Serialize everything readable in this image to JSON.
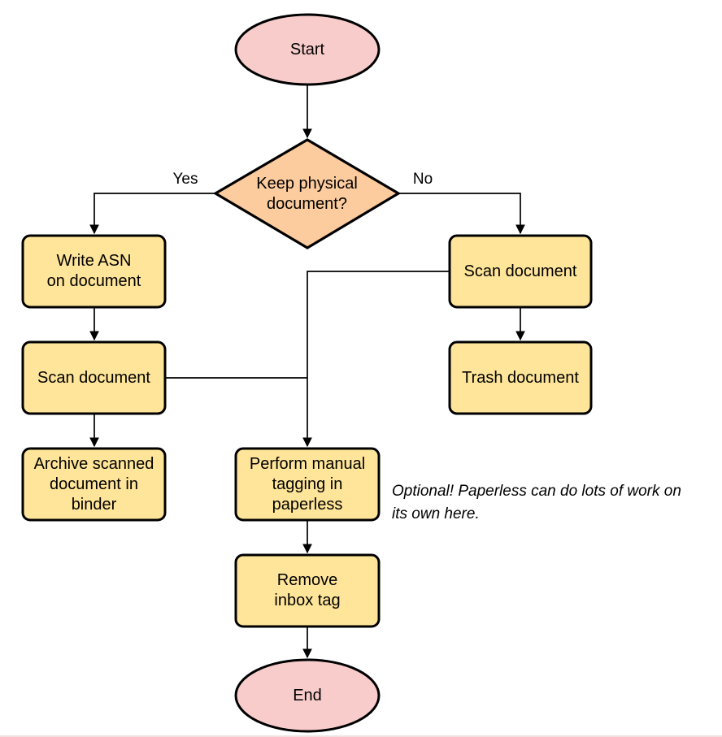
{
  "flowchart": {
    "nodes": {
      "start": {
        "label": "Start",
        "type": "terminator"
      },
      "decision": {
        "label": "Keep physical\ndocument?",
        "type": "decision"
      },
      "write_asn": {
        "label": "Write ASN\non document",
        "type": "process"
      },
      "scan_left": {
        "label": "Scan document",
        "type": "process"
      },
      "archive": {
        "label": "Archive scanned\ndocument in\nbinder",
        "type": "process"
      },
      "scan_right": {
        "label": "Scan document",
        "type": "process"
      },
      "trash": {
        "label": "Trash document",
        "type": "process"
      },
      "tagging": {
        "label": "Perform manual\ntagging in\npaperless",
        "type": "process"
      },
      "remove_inbox": {
        "label": "Remove\ninbox tag",
        "type": "process"
      },
      "end": {
        "label": "End",
        "type": "terminator"
      }
    },
    "edge_labels": {
      "yes": "Yes",
      "no": "No"
    },
    "annotation": "Optional! Paperless can do lots of work on\nits own here.",
    "colors": {
      "terminator_fill": "#F9CCCC",
      "decision_fill": "#FCCB9E",
      "process_fill": "#FFE599",
      "stroke": "#000000"
    }
  }
}
